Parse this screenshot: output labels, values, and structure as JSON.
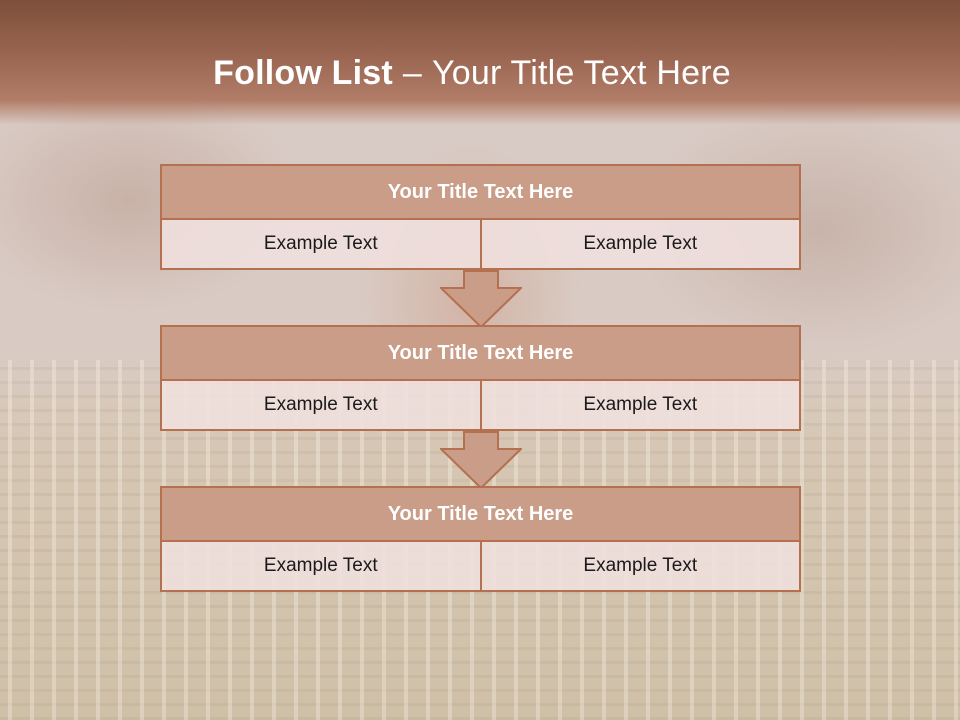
{
  "slide": {
    "title_bold": "Follow List",
    "title_sep": "–",
    "title_rest": "Your Title Text Here"
  },
  "blocks": [
    {
      "title": "Your Title Text Here",
      "left": "Example Text",
      "right": "Example Text"
    },
    {
      "title": "Your Title Text Here",
      "left": "Example Text",
      "right": "Example Text"
    },
    {
      "title": "Your Title Text Here",
      "left": "Example Text",
      "right": "Example Text"
    }
  ],
  "colors": {
    "header_band": "#8a5540",
    "block_header": "#c99d88",
    "block_border": "#b4704f",
    "arrow_fill": "#c99d88"
  }
}
